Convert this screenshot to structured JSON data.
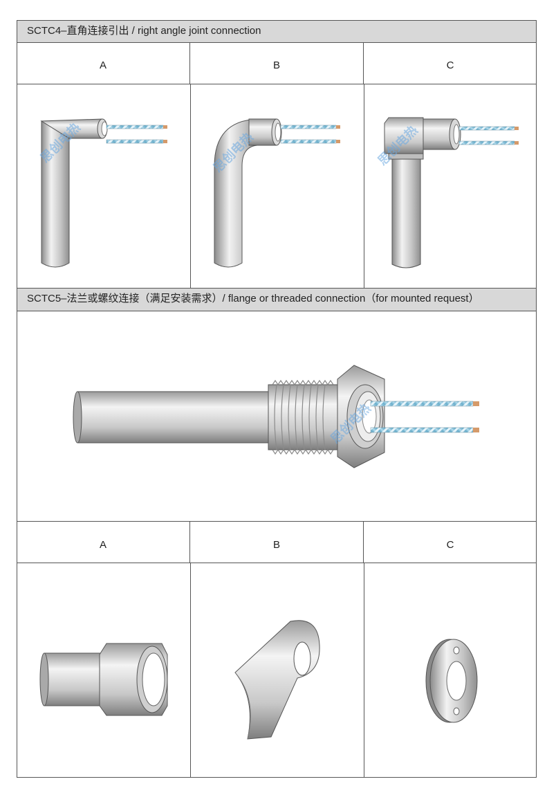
{
  "section4": {
    "title": "SCTC4–直角连接引出 / right angle joint connection",
    "labels": [
      "A",
      "B",
      "C"
    ]
  },
  "section5": {
    "title": "SCTC5–法兰或螺纹连接（满足安装需求）/ flange or threaded connection（for mounted request）",
    "labels": [
      "A",
      "B",
      "C"
    ]
  },
  "watermark": "思创电热"
}
